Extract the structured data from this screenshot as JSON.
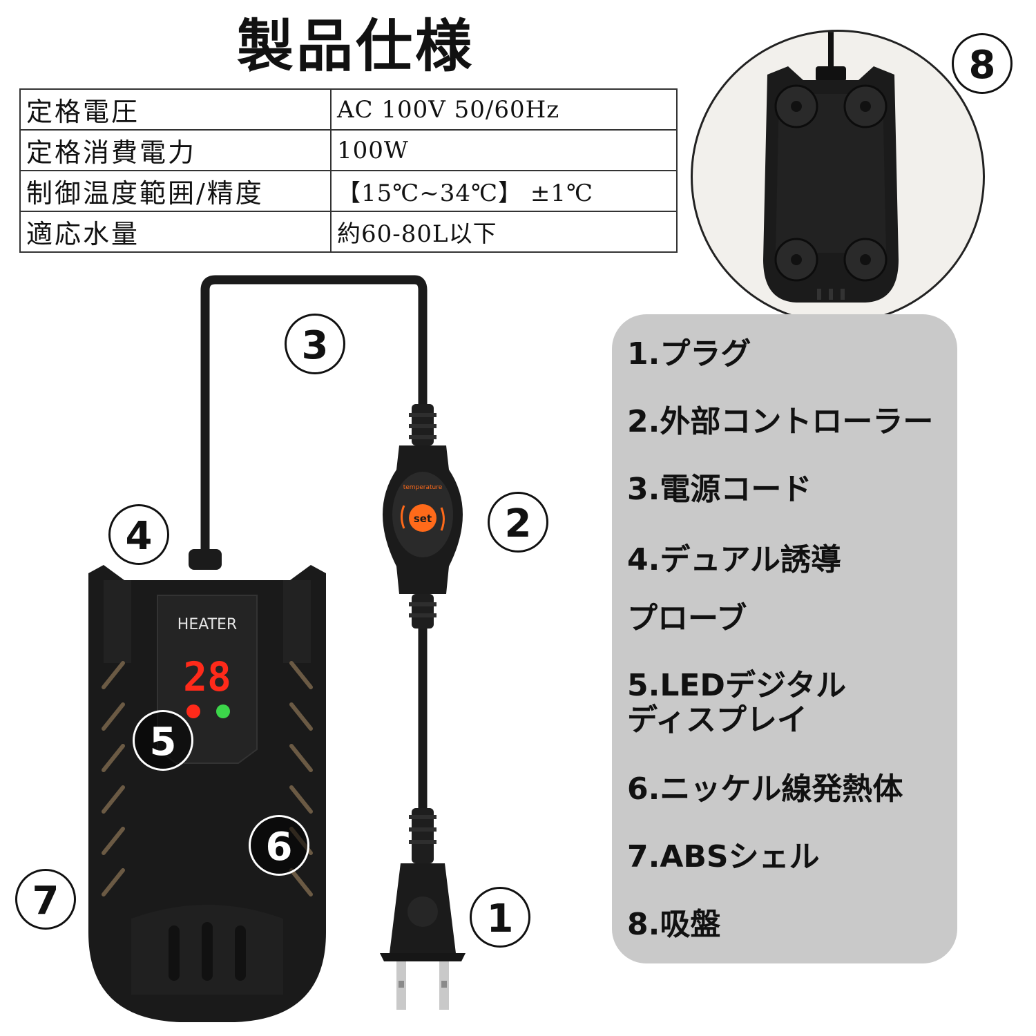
{
  "title": "製品仕様",
  "spec_table": [
    {
      "key": "定格電圧",
      "value": "AC 100V 50/60Hz"
    },
    {
      "key": "定格消費電力",
      "value": "100W"
    },
    {
      "key": "制御温度範囲/精度",
      "value": "【15℃~34℃】 ±1℃"
    },
    {
      "key": "適応水量",
      "value": "約60-80L以下"
    }
  ],
  "device": {
    "brand_label": "HEATER",
    "display_value": "28",
    "controller_label": "set",
    "controller_arc_text": "temperature"
  },
  "callouts": [
    "1",
    "2",
    "3",
    "4",
    "5",
    "6",
    "7",
    "8"
  ],
  "legend": {
    "items": [
      "1.プラグ",
      "2.外部コントローラー",
      "3.電源コード",
      "4.デュアル誘導",
      "プローブ",
      "5.LEDデジタル",
      "ディスプレイ",
      "6.ニッケル線発熱体",
      "7.ABSシェル",
      "8.吸盤"
    ]
  },
  "colors": {
    "legend_bg": "#c9c9c9",
    "device_body": "#1a1a1a",
    "led_red": "#ff2a1a",
    "led_green": "#3cd64a",
    "controller_orange": "#ff6a1a"
  }
}
